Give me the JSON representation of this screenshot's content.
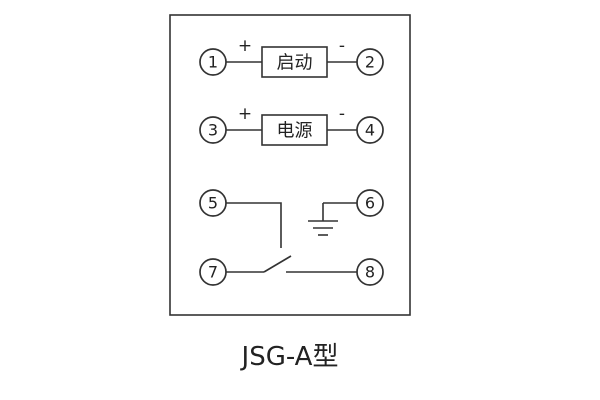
{
  "caption": "JSG-A型",
  "diagram": {
    "terminals": [
      "1",
      "2",
      "3",
      "4",
      "5",
      "6",
      "7",
      "8"
    ],
    "row1": {
      "plus": "+",
      "minus": "-",
      "label": "启动"
    },
    "row2": {
      "plus": "+",
      "minus": "-",
      "label": "电源"
    }
  }
}
